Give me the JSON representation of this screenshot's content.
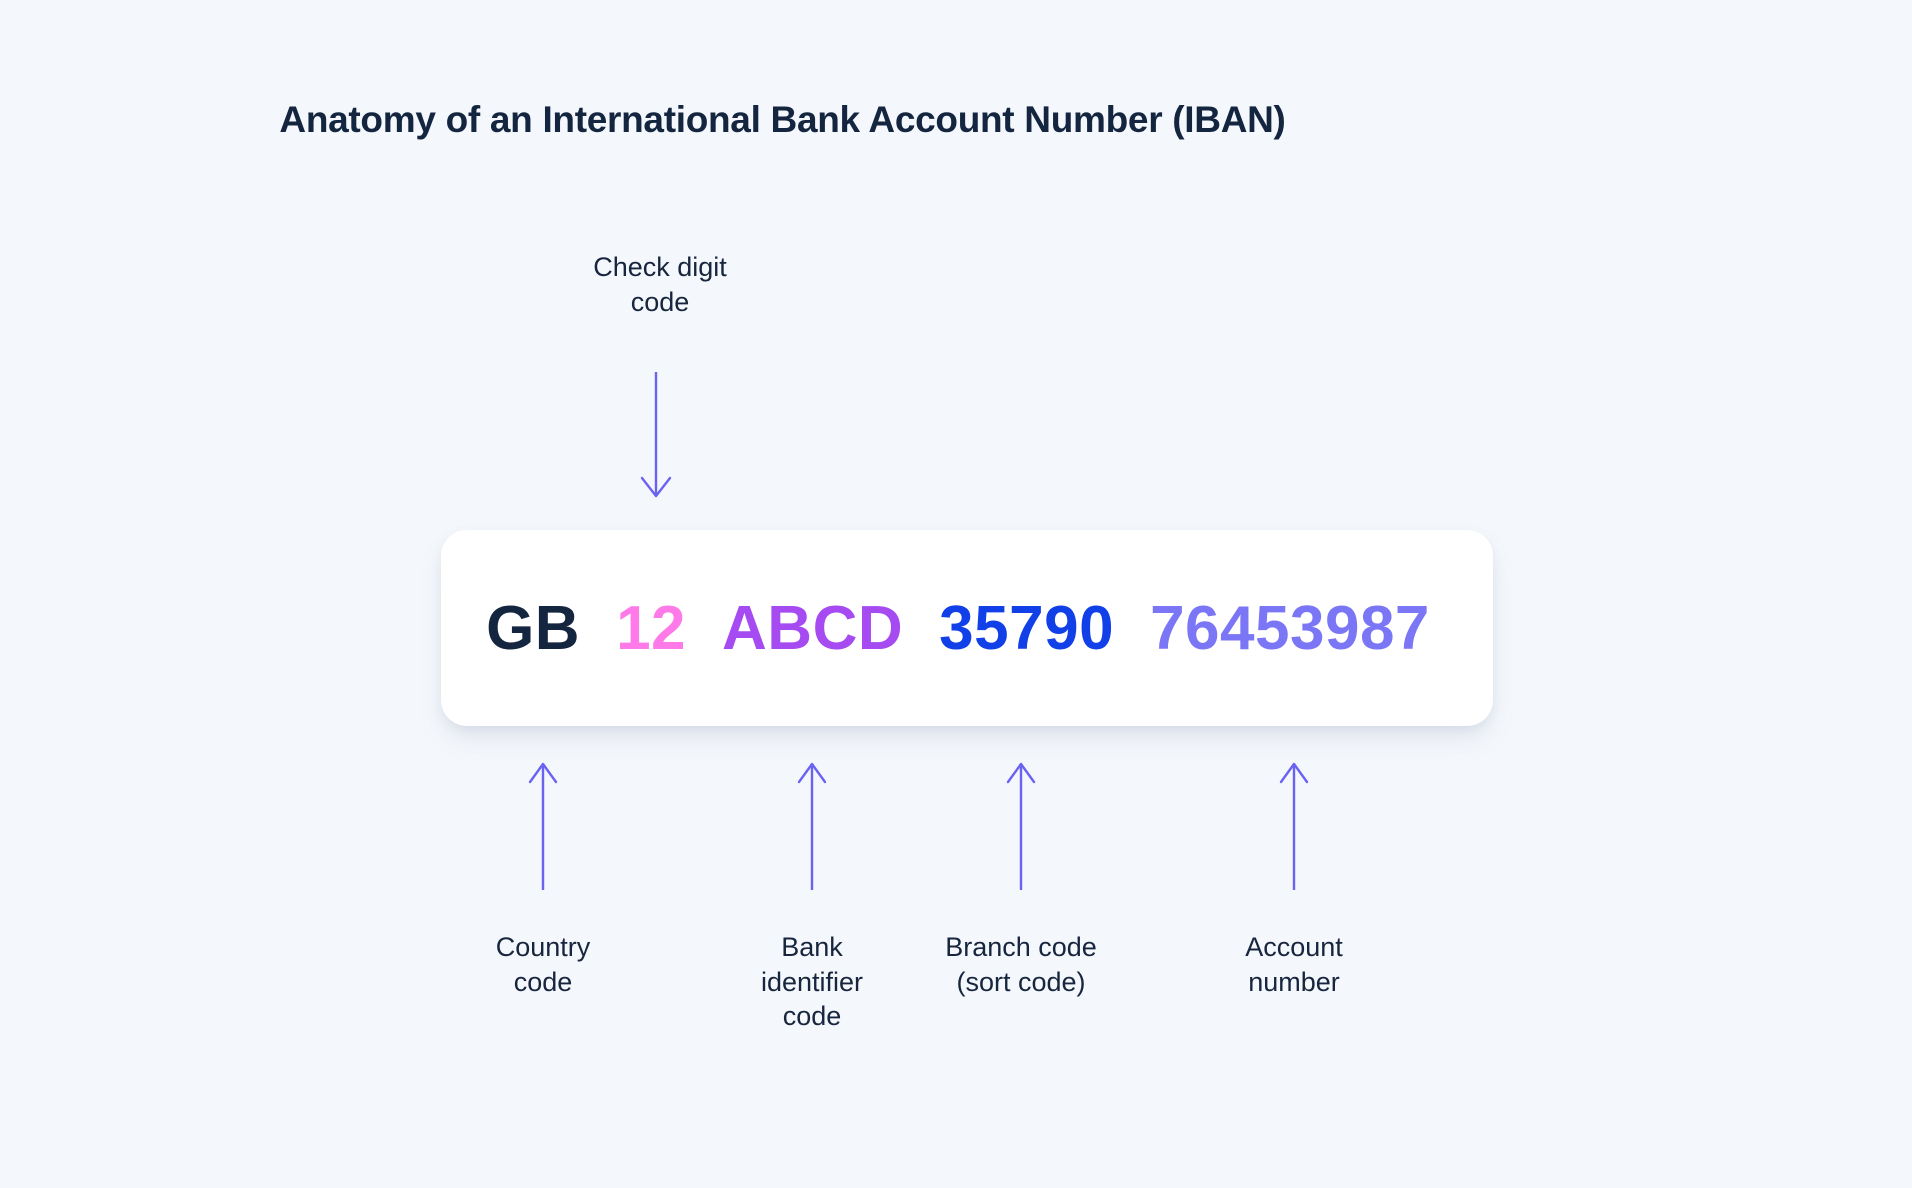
{
  "page": {
    "background_color": "#f4f7fb",
    "title": "Anatomy of an International Bank Account Number (IBAN)",
    "text_color": "#17263e"
  },
  "card": {
    "background_color": "#ffffff",
    "iban_full": "GB12ABCD3579076453987",
    "segments": [
      {
        "id": "country-code",
        "value": "GB",
        "color": "#14253f"
      },
      {
        "id": "check-digit",
        "value": "12",
        "color": "#fd7ae8"
      },
      {
        "id": "bank-identifier",
        "value": "ABCD",
        "color": "#a64af2"
      },
      {
        "id": "branch-code",
        "value": "35790",
        "color": "#1240e8"
      },
      {
        "id": "account-number",
        "value": "76453987",
        "color": "#7b76f5"
      }
    ]
  },
  "annotations": {
    "arrow_color": "#6a63f2",
    "top": {
      "id": "check-digit-code",
      "line1": "Check digit",
      "line2": "code",
      "direction": "down",
      "points_to": "check-digit"
    },
    "bottom": [
      {
        "id": "country-code",
        "lines": [
          "Country",
          "code"
        ],
        "direction": "up",
        "points_to": "country-code"
      },
      {
        "id": "bank-identifier-code",
        "lines": [
          "Bank",
          "identifier",
          "code"
        ],
        "direction": "up",
        "points_to": "bank-identifier"
      },
      {
        "id": "branch-code",
        "lines": [
          "Branch code",
          "(sort code)"
        ],
        "direction": "up",
        "points_to": "branch-code"
      },
      {
        "id": "account-number",
        "lines": [
          "Account",
          "number"
        ],
        "direction": "up",
        "points_to": "account-number"
      }
    ]
  },
  "chart_data": {
    "type": "diagram",
    "title": "Anatomy of an International Bank Account Number (IBAN)",
    "subject": "IBAN structure breakdown",
    "example_iban": "GB12 ABCD 35790 76453987",
    "parts": [
      {
        "label": "Country code",
        "value": "GB",
        "length": 2,
        "color": "#14253f",
        "callout": "below"
      },
      {
        "label": "Check digit code",
        "value": "12",
        "length": 2,
        "color": "#fd7ae8",
        "callout": "above"
      },
      {
        "label": "Bank identifier code",
        "value": "ABCD",
        "length": 4,
        "color": "#a64af2",
        "callout": "below"
      },
      {
        "label": "Branch code (sort code)",
        "value": "35790",
        "length": 5,
        "color": "#1240e8",
        "callout": "below"
      },
      {
        "label": "Account number",
        "value": "76453987",
        "length": 8,
        "color": "#7b76f5",
        "callout": "below"
      }
    ]
  }
}
